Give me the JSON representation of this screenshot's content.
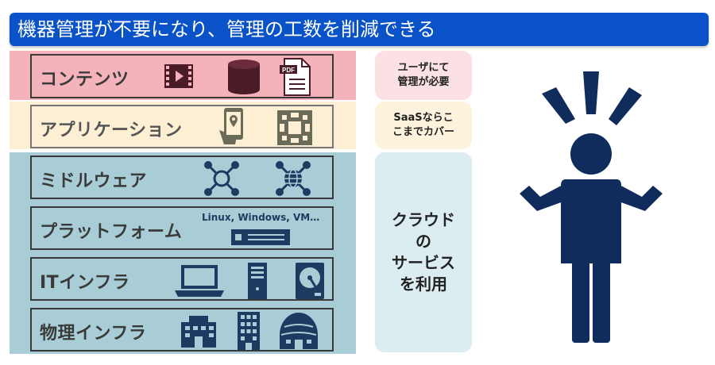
{
  "title": "機器管理が不要になり、管理の工数を削減できる",
  "layers": [
    {
      "label": "コンテンツ"
    },
    {
      "label": "アプリケーション"
    },
    {
      "label": "ミドルウェア"
    },
    {
      "label": "プラットフォーム",
      "note": "Linux, Windows, VM…"
    },
    {
      "label": "ITインフラ"
    },
    {
      "label": "物理インフラ"
    }
  ],
  "pills": [
    {
      "text": "ユーザにて\n管理が必要"
    },
    {
      "text": "SaaSならこ\nこまでカバー"
    },
    {
      "text": "クラウド\nの\nサービス\nを利用"
    }
  ],
  "icons": {
    "content": [
      "video-icon",
      "database-icon",
      "pdf-document-icon"
    ],
    "application": [
      "smartphone-map-icon",
      "app-grid-icon"
    ],
    "middleware": [
      "network-hub-icon",
      "globe-network-icon"
    ],
    "platform": [
      "server-unit-icon"
    ],
    "it_infra": [
      "laptop-icon",
      "tower-server-icon",
      "hard-disk-icon"
    ],
    "physical": [
      "office-building-icon",
      "tall-building-icon",
      "datacenter-dome-icon"
    ]
  },
  "colors": {
    "title_bar": "#0a52c8",
    "contents_band": "#f4b3ba",
    "application_band": "#fcefd3",
    "lower_band": "#a8cdd6",
    "icon_navy": "#1e3a60",
    "person": "#0f2c5c"
  }
}
